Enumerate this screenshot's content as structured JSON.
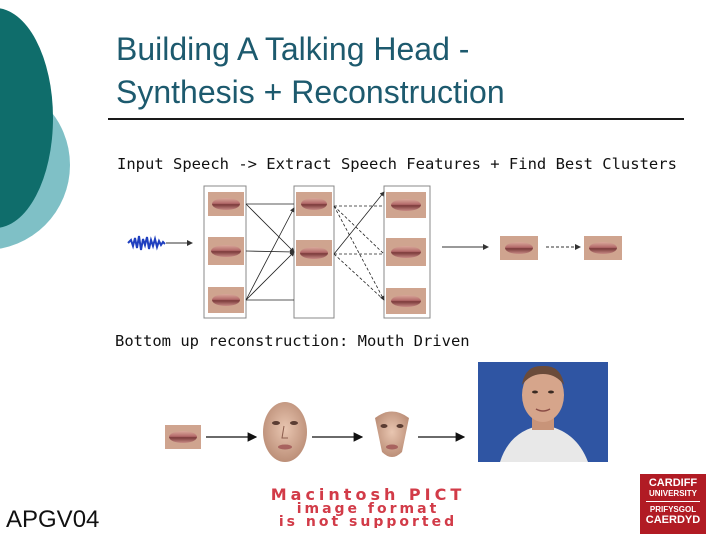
{
  "slide": {
    "title_line1": "Building A Talking Head -",
    "title_line2": "Synthesis + Reconstruction",
    "caption_top": "Input Speech -> Extract Speech Features + Find Best Clusters",
    "caption_bottom": "Bottom up reconstruction: Mouth Driven",
    "footer": "APGV04",
    "placeholder_line1": "Macintosh PICT",
    "placeholder_line2": "image format",
    "placeholder_line3": "is not supported"
  },
  "logo": {
    "line1": "CARDIFF",
    "line2": "UNIVERSITY",
    "line3": "PRIFYSGOL",
    "line4": "CAERDYD"
  },
  "colors": {
    "teal_dark": "#0f6d6b",
    "teal_light": "#7fc0c6",
    "title": "#1d5a6e",
    "placeholder": "#d23b48",
    "logo": "#b11b24"
  }
}
